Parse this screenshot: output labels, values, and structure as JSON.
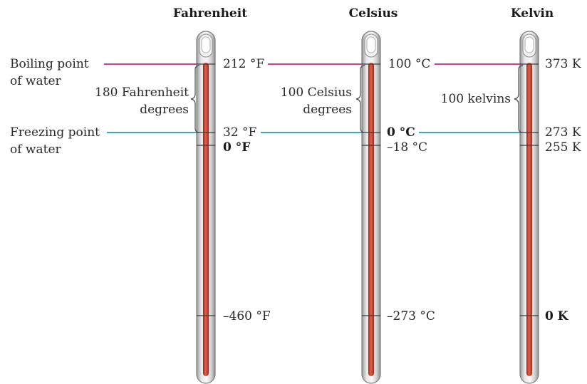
{
  "colors": {
    "boiling_line": "#d81b78",
    "freezing_line": "#1e9cb8",
    "mercury": "#c43a2a",
    "glass": "#d9d9d9",
    "background": "#ffffff"
  },
  "scales": [
    {
      "title": "Fahrenheit",
      "boiling": "212 °F",
      "freezing": "32 °F",
      "zero_mark": "0 °F",
      "absolute": "–460 °F",
      "bracket_line1": "180 Fahrenheit",
      "bracket_line2": "degrees"
    },
    {
      "title": "Celsius",
      "boiling": "100 °C",
      "freezing": "0 °C",
      "zero_mark": "–18 °C",
      "absolute": "–273 °C",
      "bracket_line1": "100 Celsius",
      "bracket_line2": "degrees"
    },
    {
      "title": "Kelvin",
      "boiling": "373 K",
      "freezing": "273 K",
      "zero_mark": "255 K",
      "absolute": "0 K",
      "bracket_line1": "100 kelvins",
      "bracket_line2": ""
    }
  ],
  "left_labels": {
    "boiling_line1": "Boiling point",
    "boiling_line2": "of water",
    "freezing_line1": "Freezing point",
    "freezing_line2": "of water"
  }
}
